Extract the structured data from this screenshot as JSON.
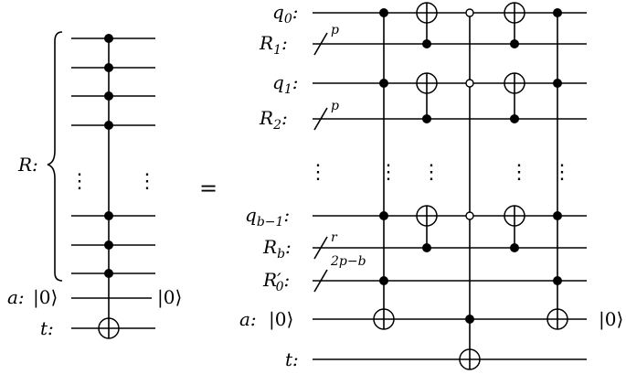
{
  "left": {
    "register_label": "R:",
    "ancilla_label": "a:",
    "ancilla_in": "|0⟩",
    "ancilla_out": "|0⟩",
    "target_label": "t:",
    "vdots_left": "⋮",
    "vdots_right": "⋮"
  },
  "equals": "=",
  "right": {
    "q0": {
      "base": "q",
      "sub": "0",
      "colon": ":"
    },
    "R1": {
      "base": "R",
      "sub": "1",
      "colon": ":"
    },
    "q1": {
      "base": "q",
      "sub": "1",
      "colon": ":"
    },
    "R2": {
      "base": "R",
      "sub": "2",
      "colon": ":"
    },
    "qb1": {
      "base": "q",
      "sub": "b−1",
      "colon": ":"
    },
    "Rb": {
      "base": "R",
      "sub": "b",
      "colon": ":"
    },
    "R0p": {
      "base": "R",
      "prime": "′",
      "sub": "0",
      "colon": ":"
    },
    "a": {
      "label": "a:",
      "ket": "|0⟩"
    },
    "t": {
      "label": "t:"
    },
    "out_ket": "|0⟩",
    "bus_p1": "p",
    "bus_p2": "p",
    "bus_r": "r",
    "bus_2pb": "2p−b",
    "vdots": "⋮"
  }
}
